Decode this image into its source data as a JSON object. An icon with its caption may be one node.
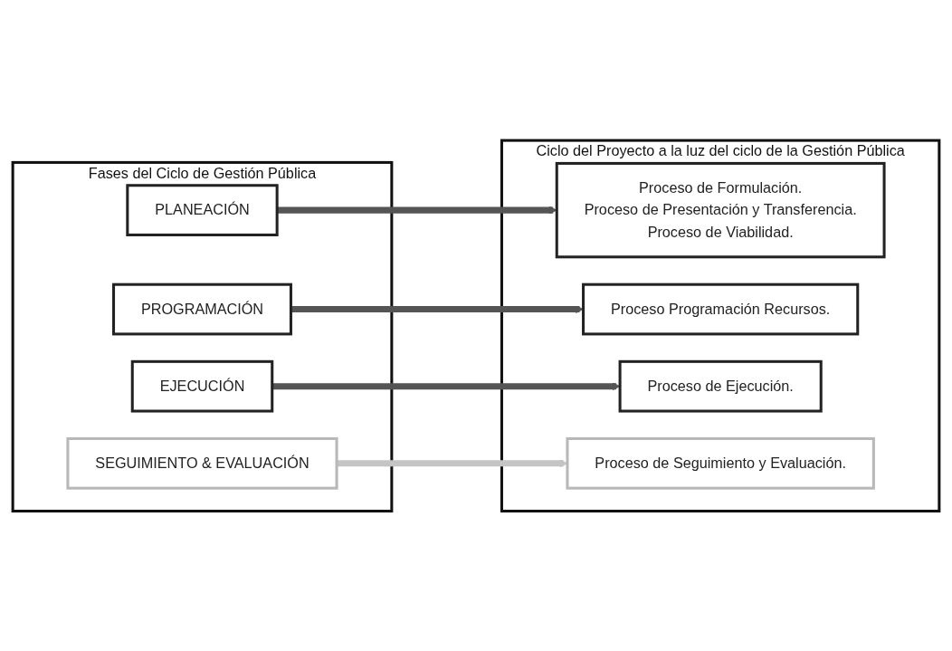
{
  "diagram": {
    "nodes": [
      {
        "text": [
          "Fases del Ciclo de Gestión Pública"
        ]
      },
      {
        "text": [
          "PLANEACIÓN"
        ],
        "in": 0
      },
      {
        "text": [
          "PROGRAMACIÓN"
        ],
        "in": 0
      },
      {
        "text": [
          "EJECUCIÓN"
        ],
        "in": 0
      },
      {
        "text": [
          "SEGUIMIENTO & EVALUACIÓN"
        ],
        "in": 0
      },
      {
        "text": [
          "Ciclo del Proyecto a la luz del ciclo de la Gestión Pública"
        ]
      },
      {
        "text": [
          "Proceso de Formulación.",
          "Proceso de Presentación y Transferencia.",
          "Proceso de Viabilidad."
        ],
        "in": 5
      },
      {
        "text": [
          "Proceso Programación Recursos."
        ],
        "in": 5
      },
      {
        "text": [
          "Proceso de Ejecución."
        ],
        "in": 5
      },
      {
        "text": [
          "Proceso de Seguimiento y Evaluación."
        ],
        "in": 5
      }
    ],
    "edges": [
      {
        "from": 1,
        "to": 6,
        "arrow": "to"
      },
      {
        "from": 2,
        "to": 7,
        "arrow": "to"
      },
      {
        "from": 3,
        "to": 8,
        "arrow": "to"
      },
      {
        "from": 4,
        "to": 9,
        "arrow": "to",
        "color": "#c4c4c4"
      }
    ]
  }
}
